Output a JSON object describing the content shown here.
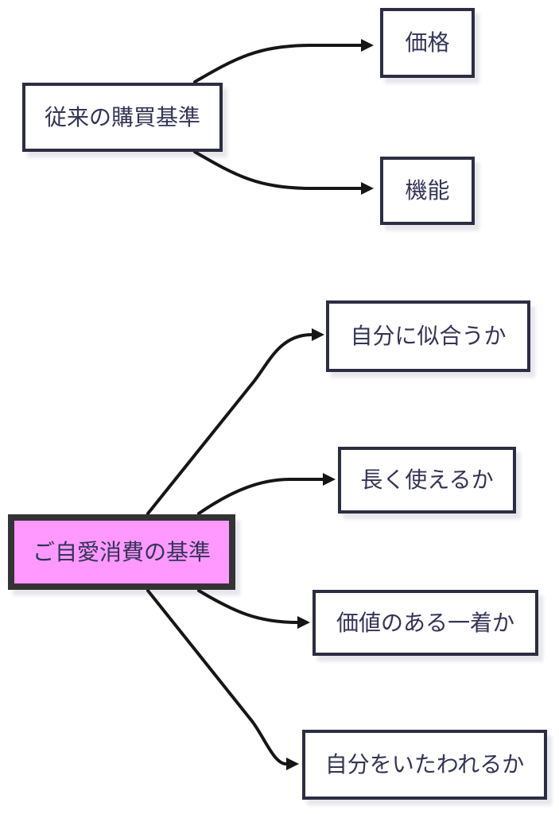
{
  "diagram_type": "flowchart",
  "colors": {
    "background": "#ffffff",
    "node_fill": "#ffffff",
    "node_border": "#2b2d42",
    "text_color": "#333457",
    "arrow_color": "#161616",
    "highlight_fill": "#ff99ff",
    "highlight_border": "#333333"
  },
  "nodes": {
    "trad": {
      "label": "従来の購買基準",
      "highlight": false
    },
    "price": {
      "label": "価格",
      "highlight": false
    },
    "func": {
      "label": "機能",
      "highlight": false
    },
    "jiai": {
      "label": "ご自愛消費の基準",
      "highlight": true
    },
    "suit": {
      "label": "自分に似合うか",
      "highlight": false
    },
    "long": {
      "label": "長く使えるか",
      "highlight": false
    },
    "value": {
      "label": "価値のある一着か",
      "highlight": false
    },
    "care": {
      "label": "自分をいたわれるか",
      "highlight": false
    }
  },
  "edges": [
    {
      "from": "trad",
      "to": "price"
    },
    {
      "from": "trad",
      "to": "func"
    },
    {
      "from": "jiai",
      "to": "suit"
    },
    {
      "from": "jiai",
      "to": "long"
    },
    {
      "from": "jiai",
      "to": "value"
    },
    {
      "from": "jiai",
      "to": "care"
    }
  ]
}
